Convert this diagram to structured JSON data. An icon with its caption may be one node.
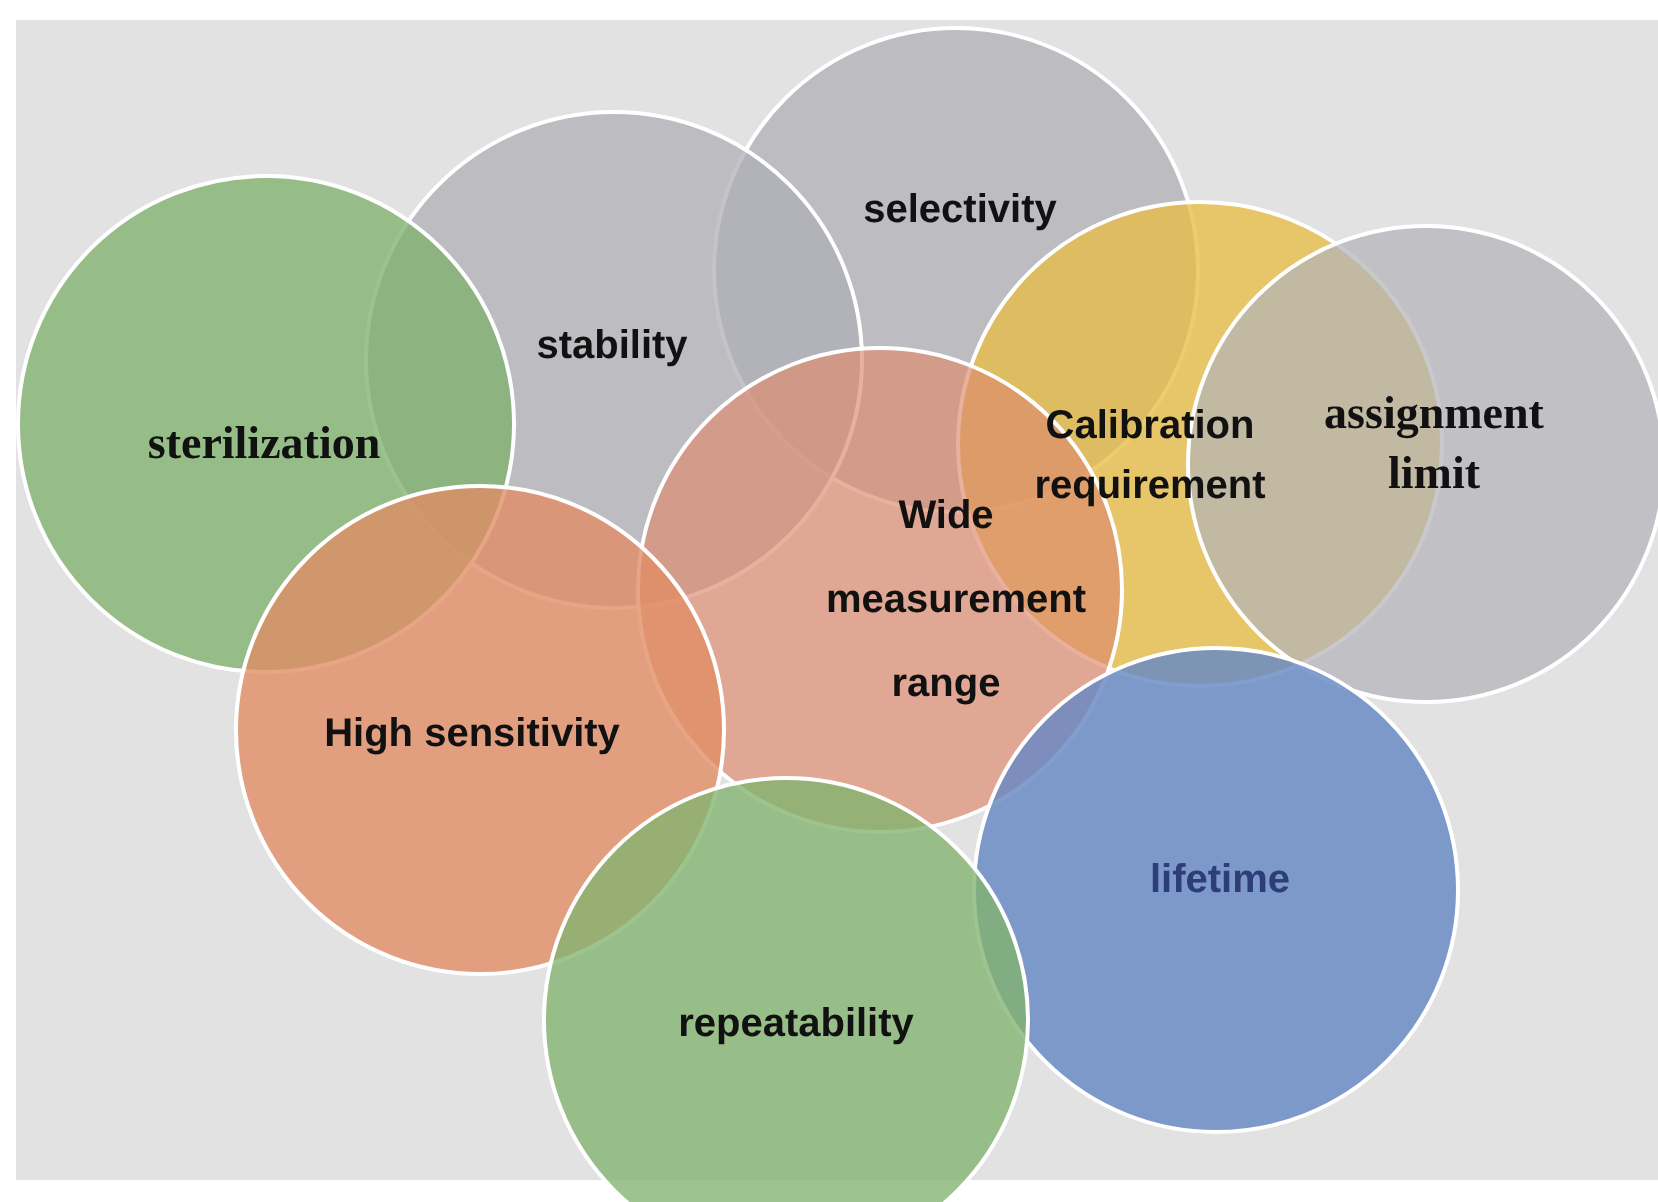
{
  "diagram": {
    "nodes": [
      {
        "text": [
          "selectivity"
        ]
      },
      {
        "text": [
          "stability"
        ]
      },
      {
        "text": [
          "Calibration requirement"
        ]
      },
      {
        "text": [
          "assignment limit"
        ]
      },
      {
        "text": [
          "sterilization"
        ]
      },
      {
        "text": [
          "Wide measurement range"
        ]
      },
      {
        "text": [
          "High sensitivity"
        ]
      },
      {
        "text": [
          "lifetime"
        ]
      },
      {
        "text": [
          "repeatability"
        ]
      }
    ]
  }
}
